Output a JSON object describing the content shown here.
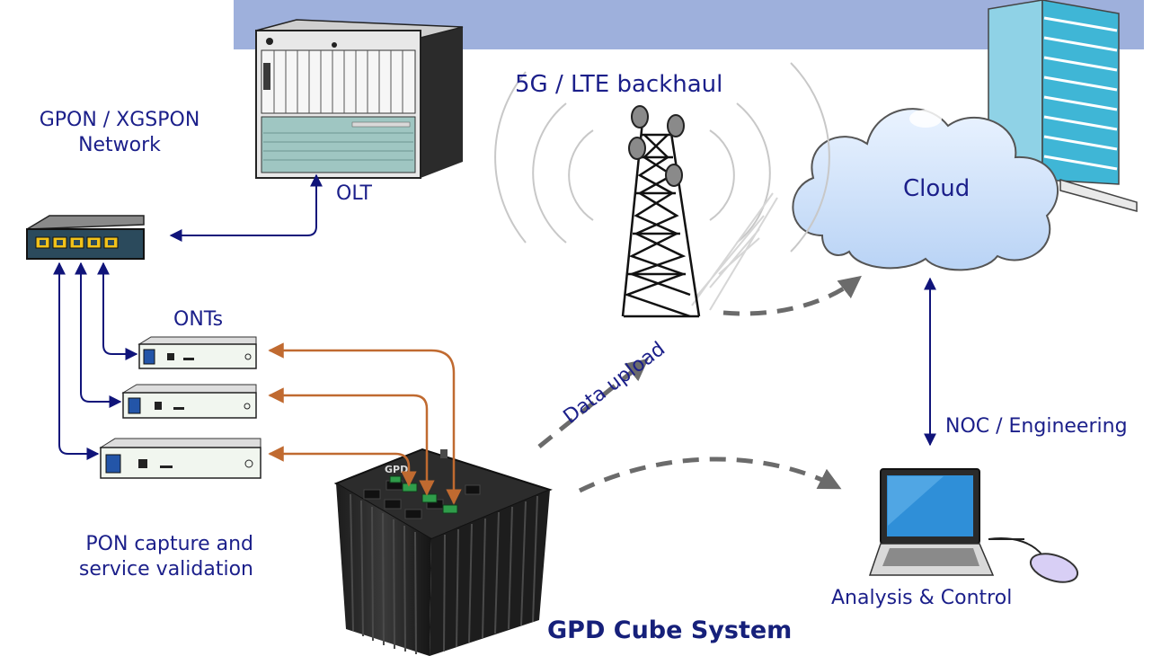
{
  "labels": {
    "gpon_network_line1": "GPON / XGSPON",
    "gpon_network_line2": "Network",
    "olt": "OLT",
    "backhaul": "5G / LTE backhaul",
    "cloud": "Cloud",
    "onts": "ONTs",
    "data_upload": "Data upload",
    "noc": "NOC / Engineering",
    "pon_capture_line1": "PON capture and",
    "pon_capture_line2": "service validation",
    "analysis": "Analysis & Control",
    "system_title": "GPD Cube System"
  },
  "colors": {
    "header_band": "#9eb0dc",
    "label_text": "#1b1f8a",
    "network_arrow": "#10147a",
    "capture_arrow": "#c06a30",
    "dashed_arrow": "#6b6b6b",
    "cloud_fill": "#cfe2fb",
    "building_glass": "#3fb6d6"
  }
}
